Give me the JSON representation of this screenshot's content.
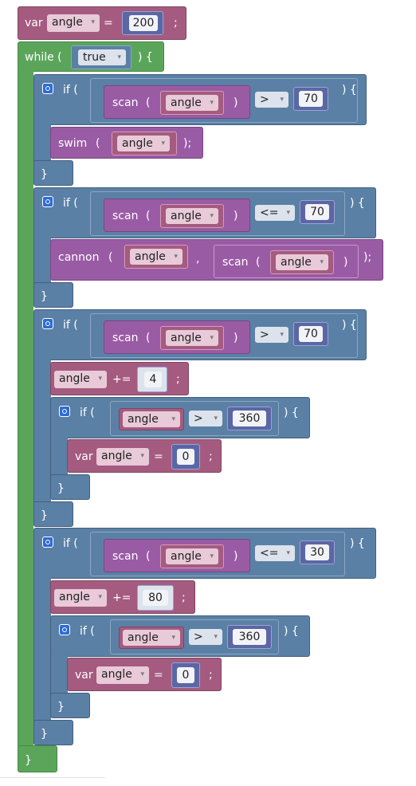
{
  "kw": {
    "var": "var",
    "while": "while (",
    "if": "if (",
    "paren_open": "(",
    "paren_close": ")",
    "brace_open": "{",
    "close_if": ") {",
    "close_brace": "}",
    "semi": ";",
    "close_call": ");",
    "comma": ",",
    "eq": "=",
    "plus_eq": "+="
  },
  "ops": {
    "gt": ">",
    "lte": "<=",
    "dropdown_arrow": "▾"
  },
  "vars": {
    "angle": "angle"
  },
  "values": {
    "v200": "200",
    "v70": "70",
    "v4": "4",
    "v360": "360",
    "v0": "0",
    "v30": "30",
    "v80": "80",
    "true": "true"
  },
  "funcs": {
    "scan": "scan",
    "swim": "swim",
    "cannon": "cannon"
  },
  "icons": [
    "gear-icon"
  ]
}
